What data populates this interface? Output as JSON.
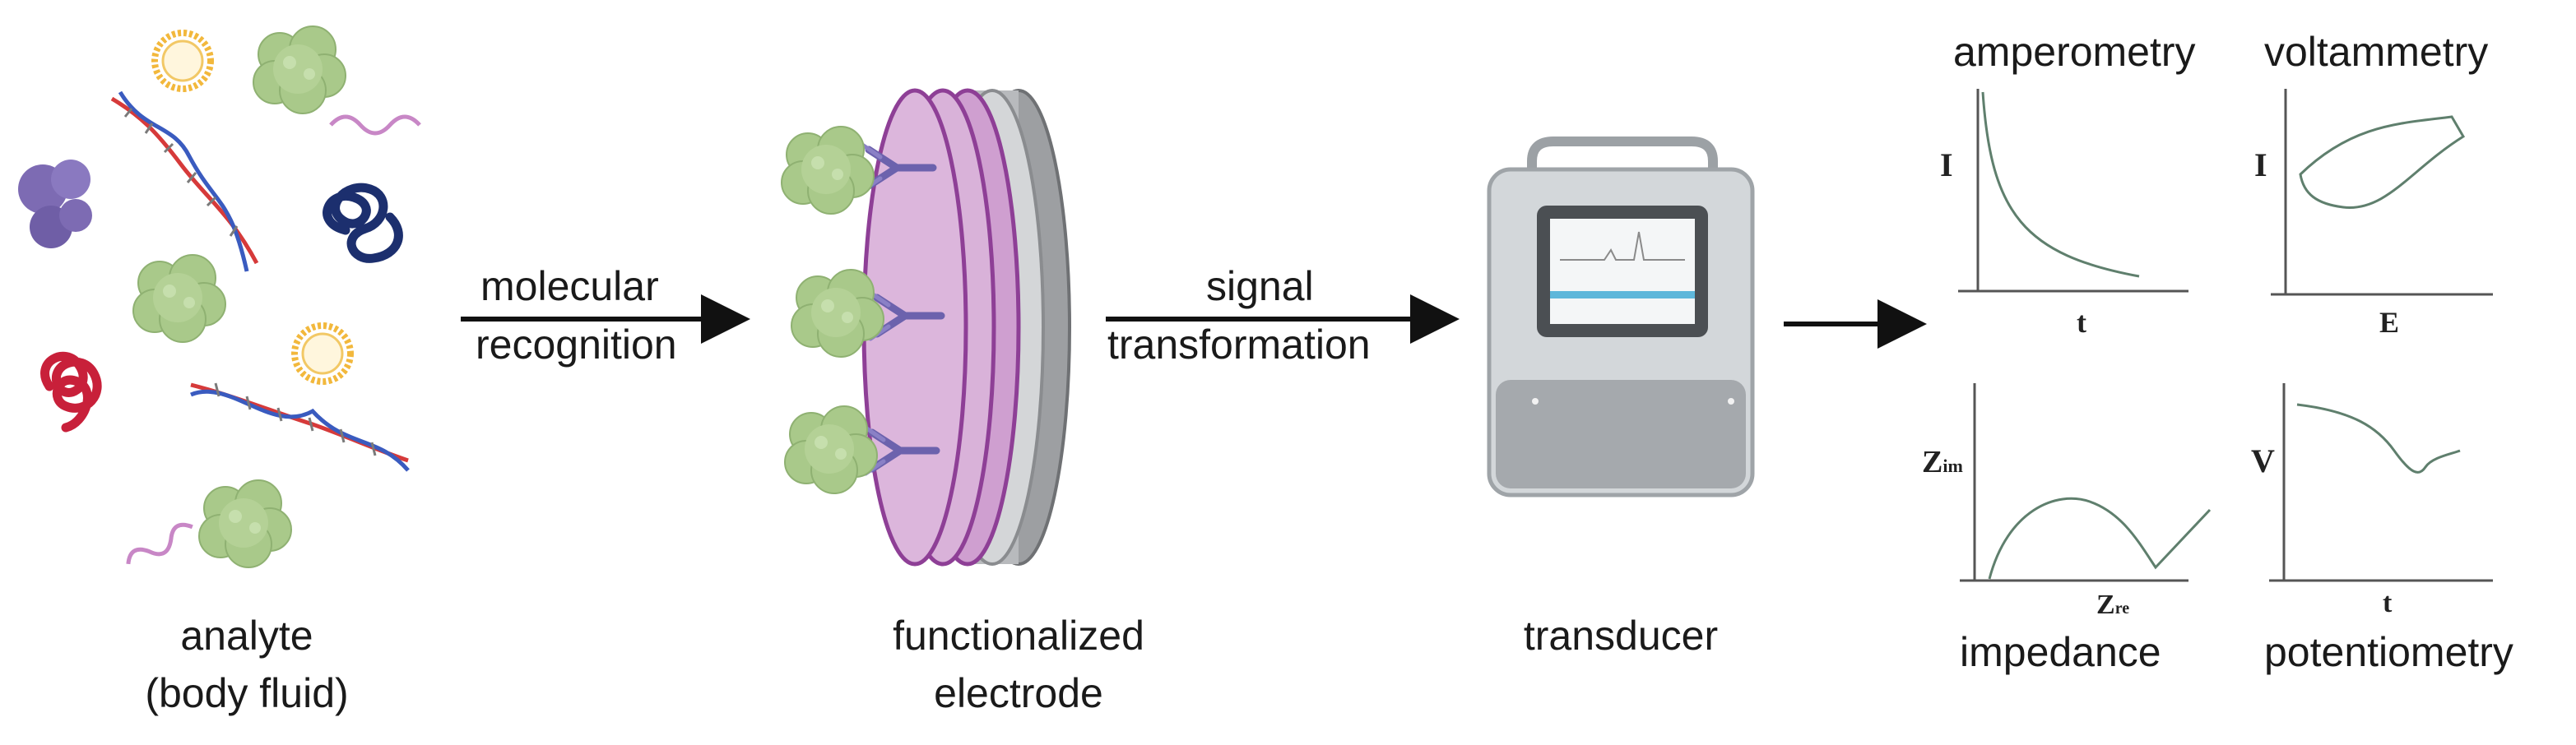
{
  "stages": {
    "analyte": {
      "line1": "analyte",
      "line2": "(body fluid)"
    },
    "electrode": {
      "line1": "functionalized",
      "line2": "electrode"
    },
    "transducer": {
      "label": "transducer"
    }
  },
  "arrows": {
    "recognition": {
      "line1": "molecular",
      "line2": "recognition"
    },
    "transformation": {
      "line1": "signal",
      "line2": "transformation"
    }
  },
  "plots": {
    "amperometry": {
      "title": "amperometry",
      "y": "I",
      "x": "t"
    },
    "voltammetry": {
      "title": "voltammetry",
      "y": "I",
      "x": "E"
    },
    "impedance": {
      "title": "impedance",
      "y_main": "Z",
      "y_sub": "im",
      "x_main": "Z",
      "x_sub": "re"
    },
    "potentiometry": {
      "title": "potentiometry",
      "y": "V",
      "x": "t"
    }
  },
  "colors": {
    "protein_green": "#a9c98a",
    "protein_purple": "#7d6bb3",
    "dna_red": "#d63a3a",
    "dna_blue": "#3a5bbf",
    "coil_red": "#c8203a",
    "coil_navy": "#1c2f6e",
    "vesicle_orange": "#f2b83c",
    "peptide_pink": "#c887c6",
    "electrode_face": "#d9b2d9",
    "electrode_edge": "#8e3f96",
    "antibody": "#6c62ad",
    "device_body": "#cfd3d6",
    "screen_blue": "#5fb7da",
    "curve": "#5f7f6d"
  }
}
